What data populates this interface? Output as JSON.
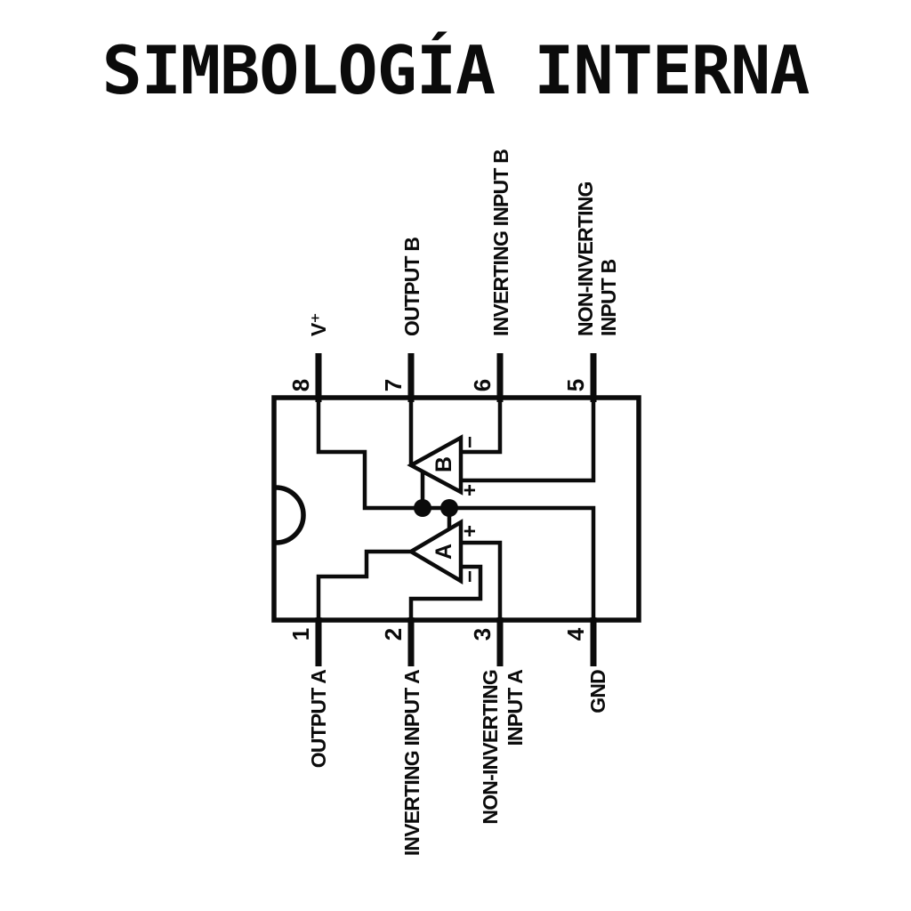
{
  "title": "SIMBOLOGÍA INTERNA",
  "colors": {
    "line": "#0b0b0b",
    "background": "#ffffff"
  },
  "chip": {
    "package": "DIP-8",
    "amplifiers": [
      {
        "label": "A",
        "plus": "+",
        "minus": "−"
      },
      {
        "label": "B",
        "plus": "+",
        "minus": "−"
      }
    ],
    "pins": [
      {
        "number": "1",
        "label": "OUTPUT A",
        "side": "bottom"
      },
      {
        "number": "2",
        "label": "INVERTING INPUT A",
        "side": "bottom"
      },
      {
        "number": "3",
        "line1": "NON-INVERTING",
        "line2": "INPUT A",
        "side": "bottom"
      },
      {
        "number": "4",
        "label": "GND",
        "side": "bottom"
      },
      {
        "number": "5",
        "line1": "NON-INVERTING",
        "line2": "INPUT B",
        "side": "top"
      },
      {
        "number": "6",
        "label": "INVERTING INPUT B",
        "side": "top"
      },
      {
        "number": "7",
        "label": "OUTPUT B",
        "side": "top"
      },
      {
        "number": "8",
        "label": "V⁺",
        "side": "top"
      }
    ]
  }
}
